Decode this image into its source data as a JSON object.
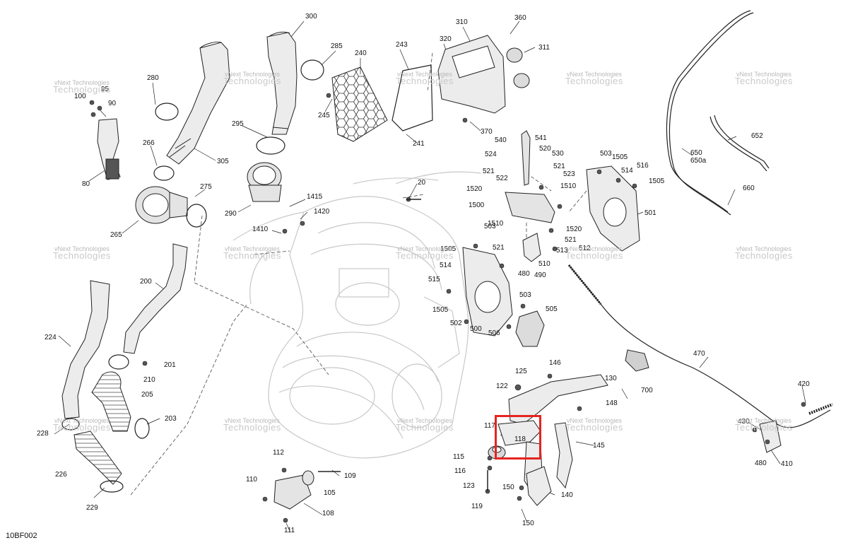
{
  "diagram_code": "10BF002",
  "watermark": {
    "line1": "vNext Technologies",
    "line2": "Technologies"
  },
  "highlight_color": "#e52420",
  "callouts": [
    {
      "id": "c300",
      "text": "300"
    },
    {
      "id": "c285",
      "text": "285"
    },
    {
      "id": "c310",
      "text": "310"
    },
    {
      "id": "c360",
      "text": "360"
    },
    {
      "id": "c240",
      "text": "240"
    },
    {
      "id": "c243",
      "text": "243"
    },
    {
      "id": "c320",
      "text": "320"
    },
    {
      "id": "c311",
      "text": "311"
    },
    {
      "id": "c280",
      "text": "280"
    },
    {
      "id": "c95",
      "text": "95"
    },
    {
      "id": "c100",
      "text": "100"
    },
    {
      "id": "c90",
      "text": "90"
    },
    {
      "id": "c245",
      "text": "245"
    },
    {
      "id": "c370",
      "text": "370"
    },
    {
      "id": "c241",
      "text": "241"
    },
    {
      "id": "c295",
      "text": "295"
    },
    {
      "id": "c266",
      "text": "266"
    },
    {
      "id": "c305",
      "text": "305"
    },
    {
      "id": "c80",
      "text": "80"
    },
    {
      "id": "c275",
      "text": "275"
    },
    {
      "id": "c290",
      "text": "290"
    },
    {
      "id": "c265",
      "text": "265"
    },
    {
      "id": "c20",
      "text": "20"
    },
    {
      "id": "c1415",
      "text": "1415"
    },
    {
      "id": "c1420",
      "text": "1420"
    },
    {
      "id": "c1410",
      "text": "1410"
    },
    {
      "id": "c540",
      "text": "540"
    },
    {
      "id": "c541",
      "text": "541"
    },
    {
      "id": "c524",
      "text": "524"
    },
    {
      "id": "c520",
      "text": "520"
    },
    {
      "id": "c530",
      "text": "530"
    },
    {
      "id": "c521a",
      "text": "521"
    },
    {
      "id": "c522",
      "text": "522"
    },
    {
      "id": "c521b",
      "text": "521"
    },
    {
      "id": "c523",
      "text": "523"
    },
    {
      "id": "c503a",
      "text": "503"
    },
    {
      "id": "c1505a",
      "text": "1505"
    },
    {
      "id": "c514a",
      "text": "514"
    },
    {
      "id": "c516",
      "text": "516"
    },
    {
      "id": "c1505b",
      "text": "1505"
    },
    {
      "id": "c652",
      "text": "652"
    },
    {
      "id": "c650",
      "text": "650"
    },
    {
      "id": "c650a",
      "text": "650a"
    },
    {
      "id": "c660",
      "text": "660"
    },
    {
      "id": "c1520a",
      "text": "1520"
    },
    {
      "id": "c1510a",
      "text": "1510"
    },
    {
      "id": "c1500",
      "text": "1500"
    },
    {
      "id": "c501",
      "text": "501"
    },
    {
      "id": "c1510b",
      "text": "1510"
    },
    {
      "id": "c1520b",
      "text": "1520"
    },
    {
      "id": "c503b",
      "text": "503"
    },
    {
      "id": "c521c",
      "text": "521"
    },
    {
      "id": "c512",
      "text": "512"
    },
    {
      "id": "c513",
      "text": "513"
    },
    {
      "id": "c1505c",
      "text": "1505"
    },
    {
      "id": "c521d",
      "text": "521"
    },
    {
      "id": "c514b",
      "text": "514"
    },
    {
      "id": "c510",
      "text": "510"
    },
    {
      "id": "c480a",
      "text": "480"
    },
    {
      "id": "c490",
      "text": "490"
    },
    {
      "id": "c515",
      "text": "515"
    },
    {
      "id": "c503c",
      "text": "503"
    },
    {
      "id": "c1505d",
      "text": "1505"
    },
    {
      "id": "c505",
      "text": "505"
    },
    {
      "id": "c502",
      "text": "502"
    },
    {
      "id": "c500",
      "text": "500"
    },
    {
      "id": "c506",
      "text": "506"
    },
    {
      "id": "c200",
      "text": "200"
    },
    {
      "id": "c224",
      "text": "224"
    },
    {
      "id": "c470",
      "text": "470"
    },
    {
      "id": "c201",
      "text": "201"
    },
    {
      "id": "c210",
      "text": "210"
    },
    {
      "id": "c700",
      "text": "700"
    },
    {
      "id": "c125",
      "text": "125"
    },
    {
      "id": "c146",
      "text": "146"
    },
    {
      "id": "c130",
      "text": "130"
    },
    {
      "id": "c205",
      "text": "205"
    },
    {
      "id": "c122",
      "text": "122"
    },
    {
      "id": "c420",
      "text": "420"
    },
    {
      "id": "c148",
      "text": "148"
    },
    {
      "id": "c203",
      "text": "203"
    },
    {
      "id": "c228",
      "text": "228"
    },
    {
      "id": "c117",
      "text": "117"
    },
    {
      "id": "c118",
      "text": "118"
    },
    {
      "id": "c430",
      "text": "430"
    },
    {
      "id": "c145",
      "text": "145"
    },
    {
      "id": "c112",
      "text": "112"
    },
    {
      "id": "c115",
      "text": "115"
    },
    {
      "id": "c480b",
      "text": "480"
    },
    {
      "id": "c410",
      "text": "410"
    },
    {
      "id": "c116",
      "text": "116"
    },
    {
      "id": "c226",
      "text": "226"
    },
    {
      "id": "c109",
      "text": "109"
    },
    {
      "id": "c110",
      "text": "110"
    },
    {
      "id": "c123",
      "text": "123"
    },
    {
      "id": "c150a",
      "text": "150"
    },
    {
      "id": "c105",
      "text": "105"
    },
    {
      "id": "c140",
      "text": "140"
    },
    {
      "id": "c229",
      "text": "229"
    },
    {
      "id": "c119",
      "text": "119"
    },
    {
      "id": "c108",
      "text": "108"
    },
    {
      "id": "c150b",
      "text": "150"
    },
    {
      "id": "c111",
      "text": "111"
    }
  ]
}
